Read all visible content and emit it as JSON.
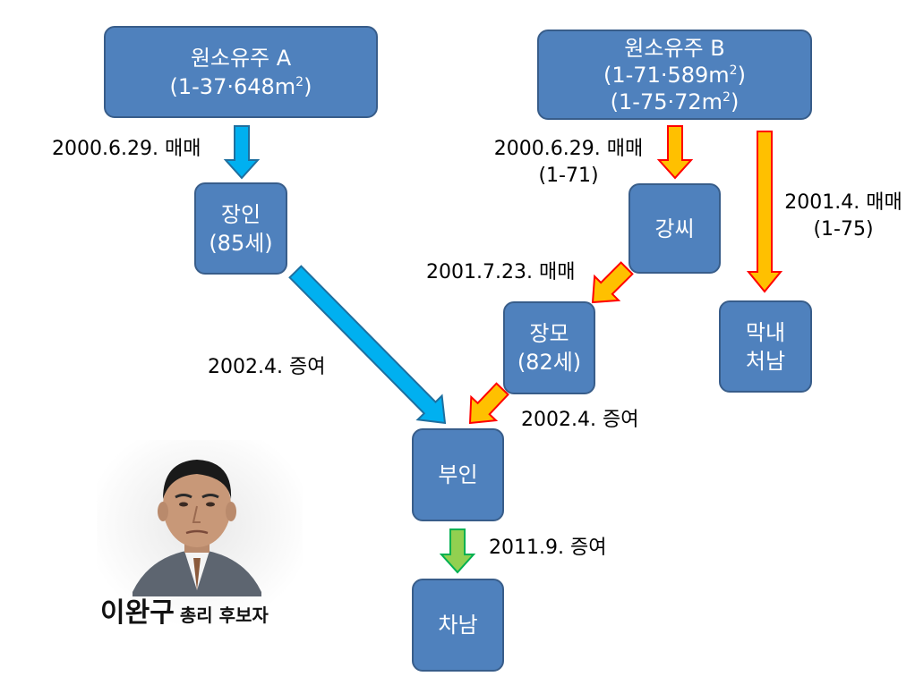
{
  "nodes": {
    "owner_a": {
      "title": "원소유주 A",
      "parcel_pre": "(1-37·648m",
      "parcel_sup": "2",
      "parcel_post": ")"
    },
    "owner_b": {
      "title": "원소유주 B",
      "parcel1_pre": "(1-71·589m",
      "parcel1_sup": "2",
      "parcel1_post": ")",
      "parcel2_pre": "(1-75·72m",
      "parcel2_sup": "2",
      "parcel2_post": ")"
    },
    "father_in_law": {
      "line1": "장인",
      "line2": "(85세)"
    },
    "gangssi": {
      "line1": "강씨"
    },
    "mother_in_law": {
      "line1": "장모",
      "line2": "(82세)"
    },
    "youngest_brother_in_law": {
      "line1": "막내",
      "line2": "처남"
    },
    "wife": {
      "line1": "부인"
    },
    "second_son": {
      "line1": "차남"
    }
  },
  "edges": {
    "a_to_father": {
      "label": "2000.6.29. 매매"
    },
    "b_to_gang": {
      "label_line1": "2000.6.29. 매매",
      "label_line2": "(1-71)"
    },
    "b_to_youngest": {
      "label_line1": "2001.4. 매매",
      "label_line2": "(1-75)"
    },
    "gang_to_mother": {
      "label": "2001.7.23. 매매"
    },
    "father_to_wife": {
      "label": "2002.4. 증여"
    },
    "mother_to_wife": {
      "label": "2002.4. 증여"
    },
    "wife_to_son": {
      "label": "2011.9. 증여"
    }
  },
  "photo_caption": {
    "name": "이완구",
    "role": "총리 후보자"
  },
  "colors": {
    "box_fill": "#4f81bd",
    "box_border": "#385d8a",
    "arrow_blue": "#00b0f0",
    "arrow_blue_border": "#1f6f9f",
    "arrow_yellow": "#ffc000",
    "arrow_red_border": "#ff0000",
    "arrow_green": "#92d050",
    "arrow_green_border": "#00b050"
  }
}
